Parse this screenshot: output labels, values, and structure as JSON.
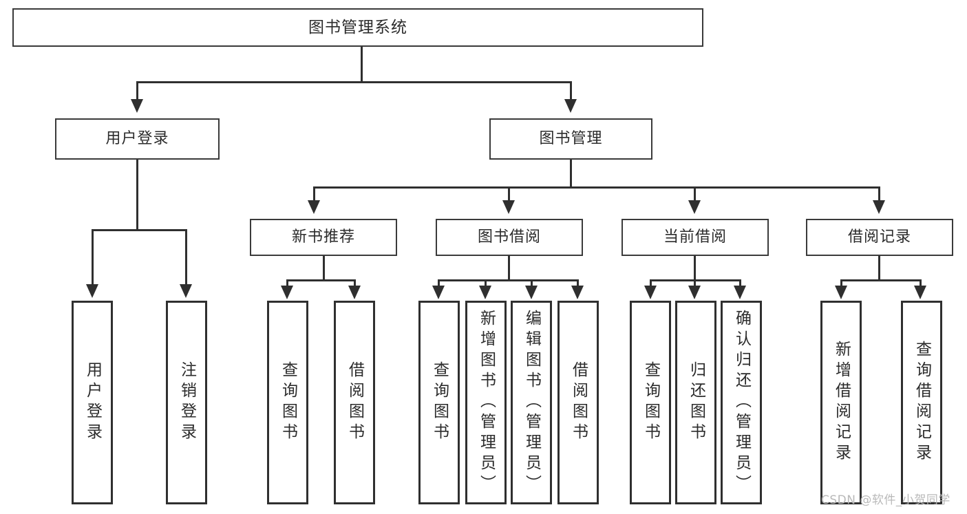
{
  "diagram": {
    "title": "图书管理系统",
    "type": "tree",
    "root": {
      "id": "root",
      "label": "图书管理系统",
      "level": 1
    },
    "level2": [
      {
        "id": "user-login",
        "label": "用户登录"
      },
      {
        "id": "book-management",
        "label": "图书管理"
      }
    ],
    "level3": [
      {
        "id": "new-book-recommend",
        "label": "新书推荐",
        "parent": "book-management"
      },
      {
        "id": "book-borrow",
        "label": "图书借阅",
        "parent": "book-management"
      },
      {
        "id": "current-borrow",
        "label": "当前借阅",
        "parent": "book-management"
      },
      {
        "id": "borrow-record",
        "label": "借阅记录",
        "parent": "book-management"
      }
    ],
    "leaves": {
      "user_login": [
        {
          "id": "leaf-user-login",
          "label": "用户登录"
        },
        {
          "id": "leaf-logout-login",
          "label": "注销登录"
        }
      ],
      "new_book_recommend": [
        {
          "id": "leaf-query-book-1",
          "label": "查询图书"
        },
        {
          "id": "leaf-borrow-book-1",
          "label": "借阅图书"
        }
      ],
      "book_borrow": [
        {
          "id": "leaf-query-book-2",
          "label": "查询图书"
        },
        {
          "id": "leaf-add-book",
          "label": "新增图书（管理员）"
        },
        {
          "id": "leaf-edit-book",
          "label": "编辑图书（管理员）"
        },
        {
          "id": "leaf-borrow-book-2",
          "label": "借阅图书"
        }
      ],
      "current_borrow": [
        {
          "id": "leaf-query-book-3",
          "label": "查询图书"
        },
        {
          "id": "leaf-return-book",
          "label": "归还图书"
        },
        {
          "id": "leaf-confirm-return",
          "label": "确认归还（管理员）"
        }
      ],
      "borrow_record": [
        {
          "id": "leaf-add-record",
          "label": "新增借阅记录"
        },
        {
          "id": "leaf-query-record",
          "label": "查询借阅记录"
        }
      ]
    },
    "colors": {
      "stroke": "#2f2f2f",
      "box_fill": "#ffffff",
      "text": "#2b2b2b",
      "watermark": "#b9b9b9",
      "background": "#ffffff"
    }
  },
  "watermark": {
    "text": "CSDN @软件_小贺同学"
  }
}
